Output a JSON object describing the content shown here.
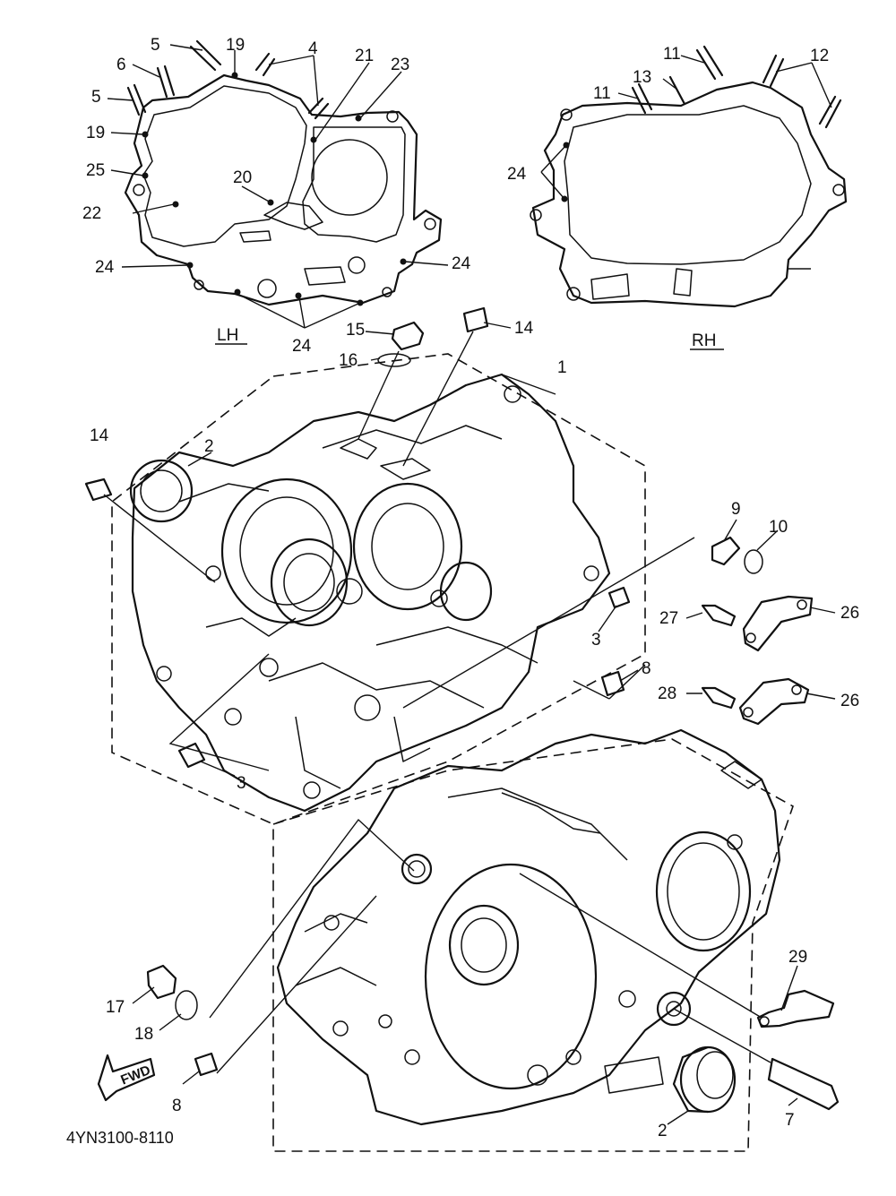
{
  "diagram": {
    "part_code": "4YN3100-8110",
    "side_labels": {
      "left": "LH",
      "right": "RH"
    },
    "fwd_label": "FWD",
    "callouts": {
      "c1": "1",
      "c2a": "2",
      "c2b": "2",
      "c3a": "3",
      "c3b": "3",
      "c4": "4",
      "c5a": "5",
      "c5b": "5",
      "c6": "6",
      "c7": "7",
      "c8a": "8",
      "c8b": "8",
      "c9": "9",
      "c10": "10",
      "c11a": "11",
      "c11b": "11",
      "c12": "12",
      "c13": "13",
      "c14a": "14",
      "c14b": "14",
      "c15": "15",
      "c16": "16",
      "c17": "17",
      "c18": "18",
      "c19a": "19",
      "c19b": "19",
      "c20": "20",
      "c21": "21",
      "c22": "22",
      "c23": "23",
      "c24a": "24",
      "c24b": "24",
      "c24c": "24",
      "c24d": "24",
      "c25": "25",
      "c26a": "26",
      "c26b": "26",
      "c27": "27",
      "c28": "28",
      "c29": "29"
    }
  }
}
